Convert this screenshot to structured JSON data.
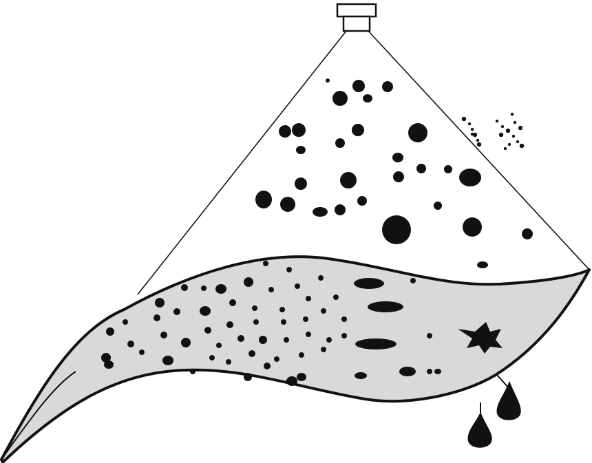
{
  "diagram": {
    "colors": {
      "ink": "#111111",
      "leaf_fill": "#d9d9d9",
      "background": "#ffffff"
    },
    "components": {
      "nozzle": "spray-nozzle-icon",
      "spray_cone": "spray-cone",
      "airborne_droplets": "droplet-cloud",
      "drift_fines": "fine-drift-droplets",
      "leaf": "leaf-surface",
      "deposits": "leaf-deposits",
      "splash_mark": "splash-deposit",
      "runoff_drops": "runoff-drop-icon"
    }
  }
}
